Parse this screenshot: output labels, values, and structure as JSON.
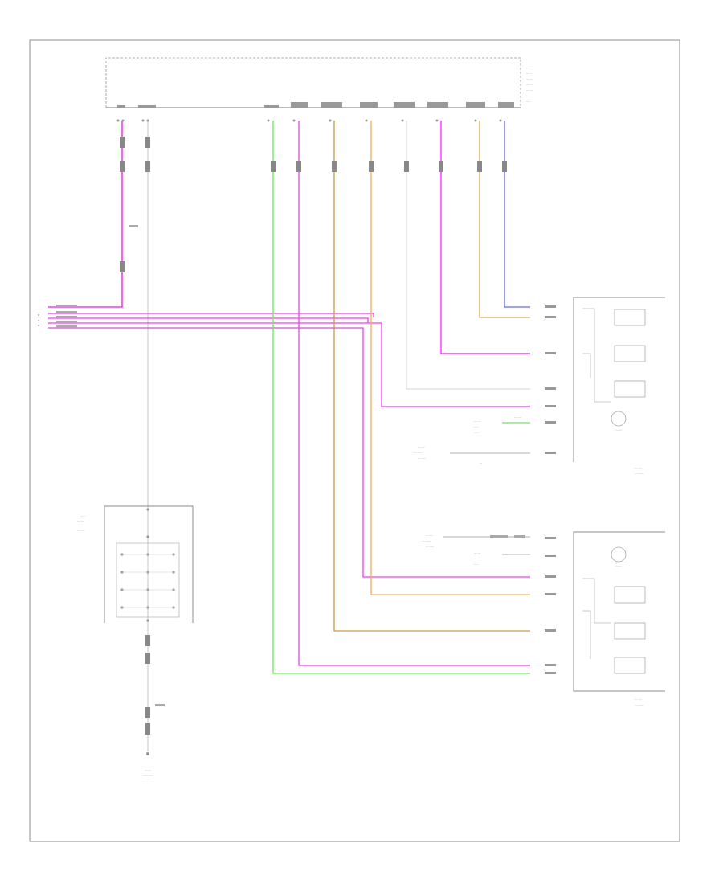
{
  "diagram": {
    "figure_code": "",
    "top_module": {
      "label": ""
    },
    "modules": [
      {
        "id": "left-rear-liftgate-motor",
        "label": ""
      },
      {
        "id": "right-rear-liftgate-motor",
        "label": ""
      },
      {
        "id": "liftgate-switch-assembly",
        "label": ""
      },
      {
        "id": "ground-bottom",
        "label": ""
      }
    ],
    "colors": {
      "pink": "#ff33ff",
      "green": "#66ee55",
      "orange": "#ffaa55",
      "tan": "#ccaa55",
      "gray": "#c8c8c8",
      "blue": "#5555ff",
      "olive": "#cccc66",
      "frame": "#8c8c8c"
    }
  }
}
